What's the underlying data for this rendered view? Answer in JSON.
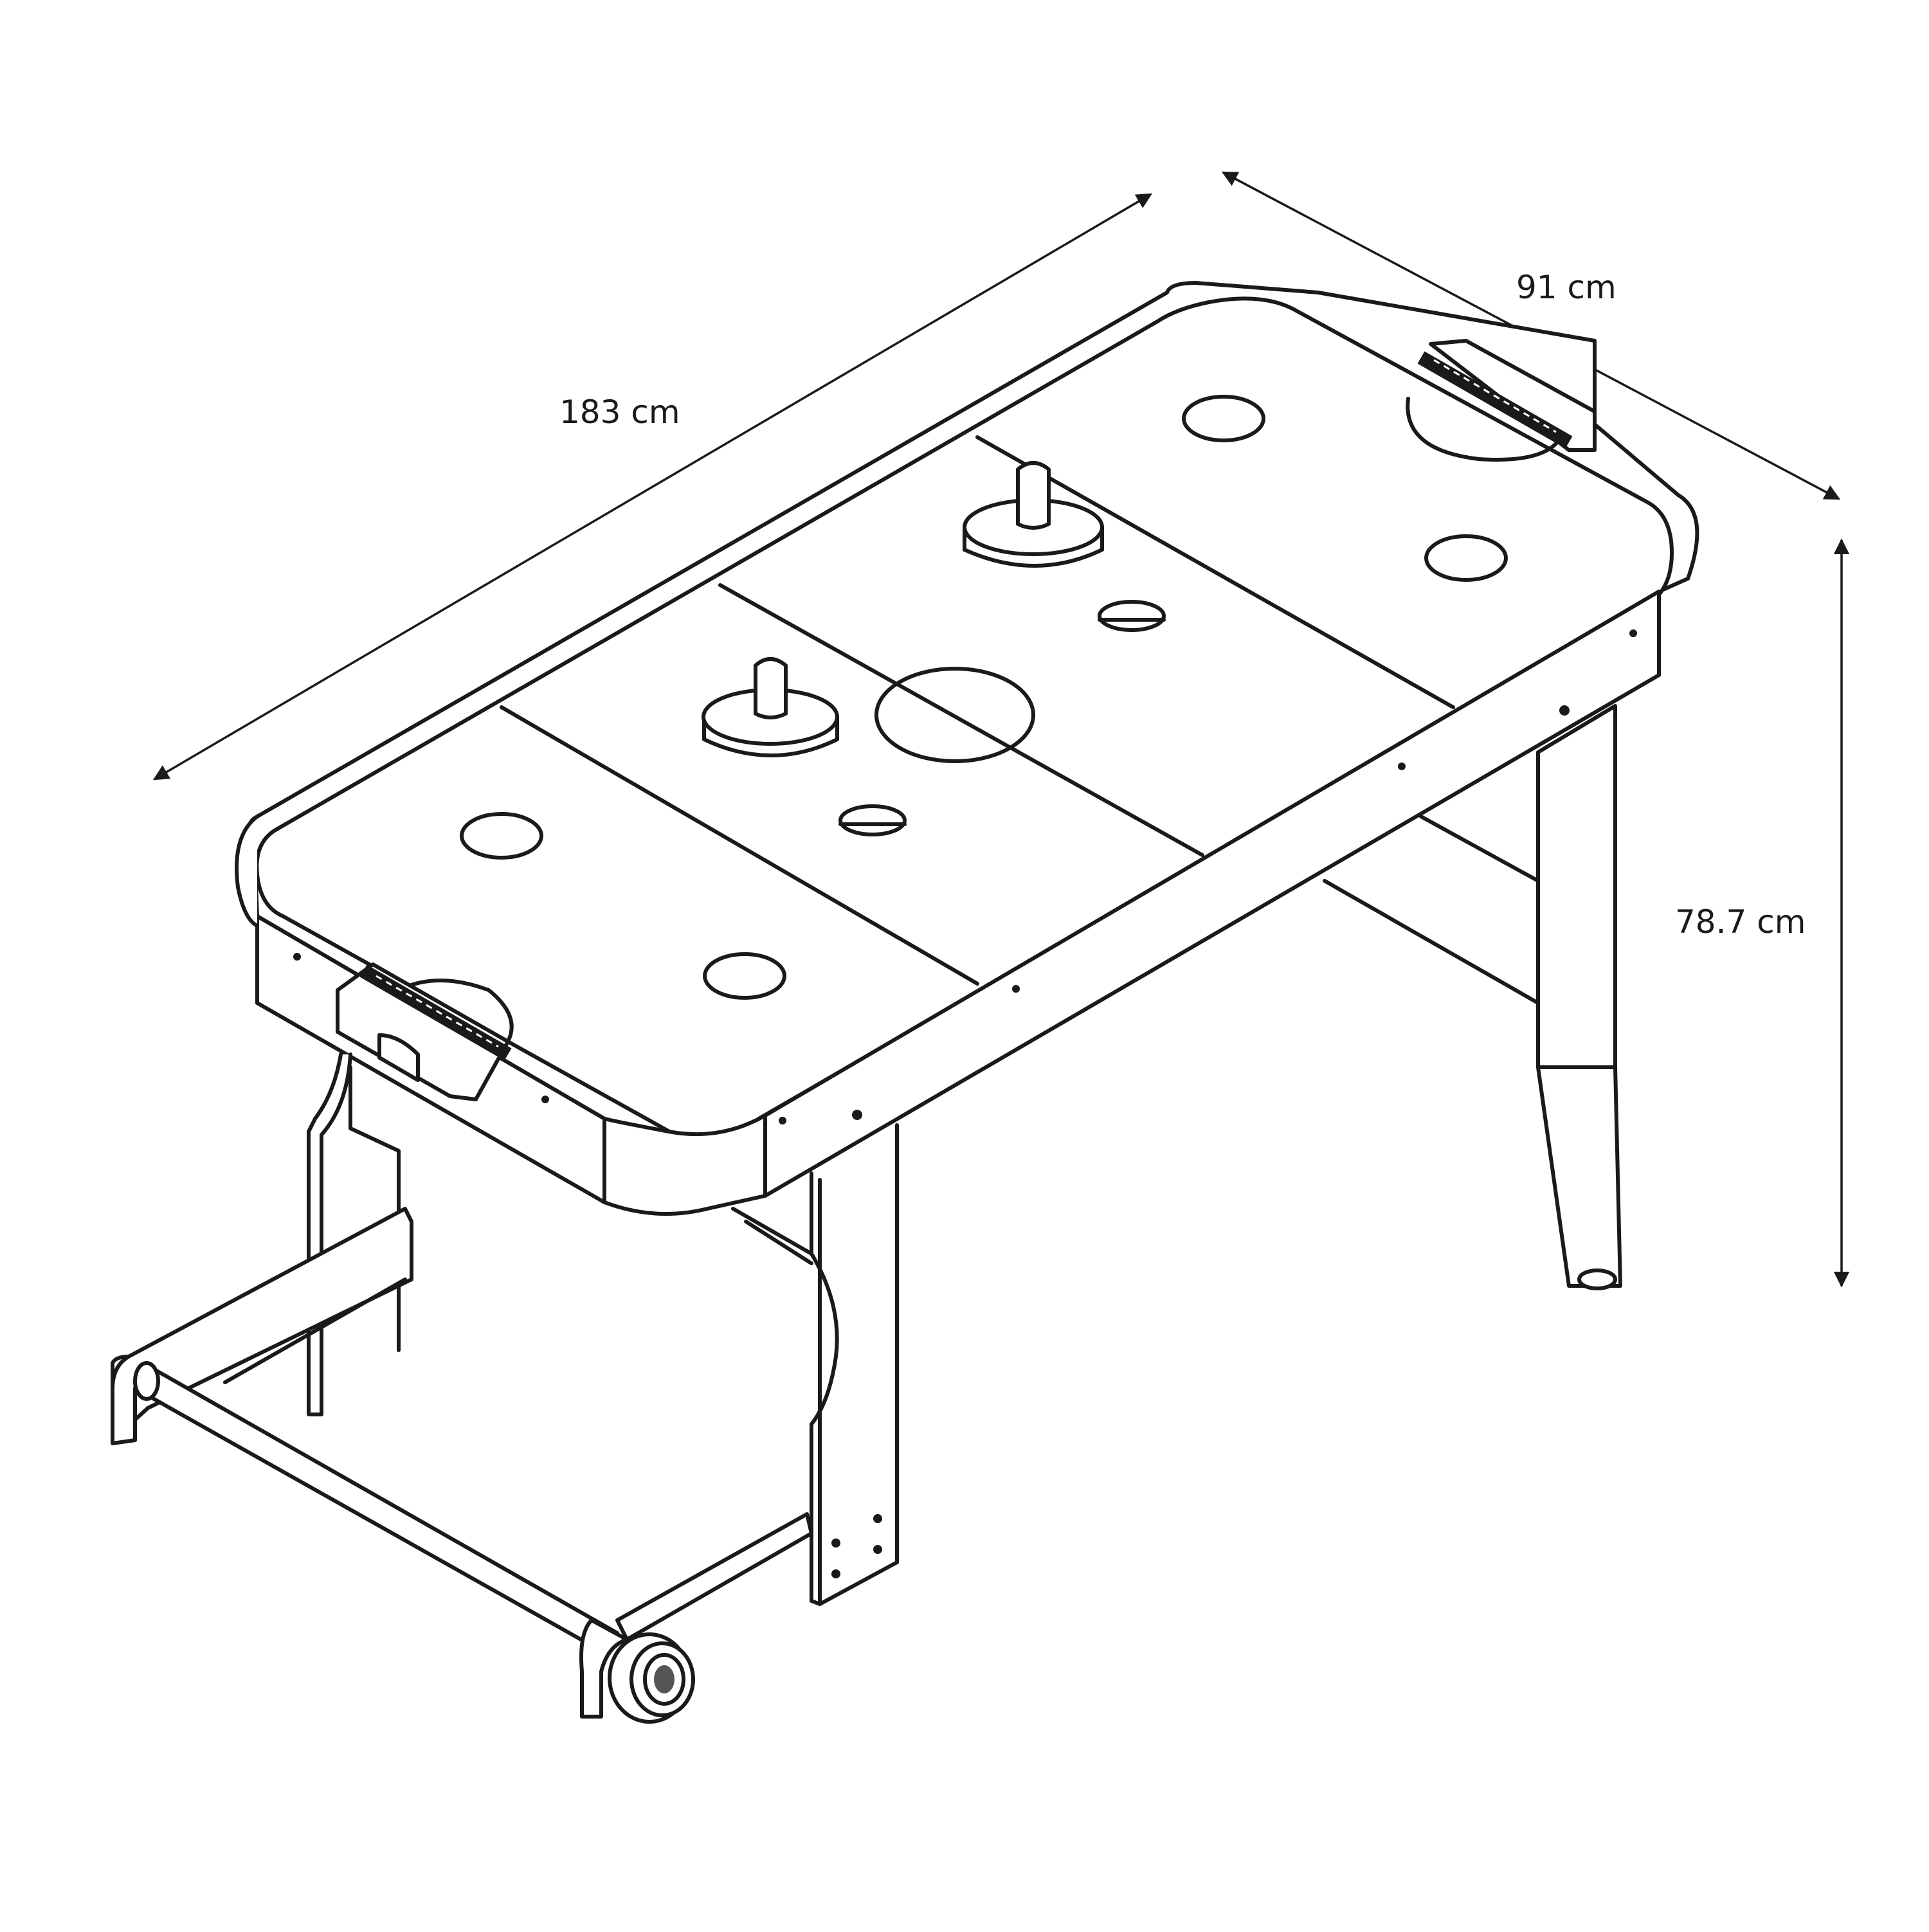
{
  "diagram": {
    "subject": "Folding air hockey table",
    "dimensions": {
      "length": {
        "label": "183 cm",
        "value": 183,
        "unit": "cm"
      },
      "width": {
        "label": "91 cm",
        "value": 91,
        "unit": "cm"
      },
      "height": {
        "label": "78.7 cm",
        "value": 78.7,
        "unit": "cm"
      }
    },
    "components": [
      "playing-surface",
      "center-circle",
      "center-line",
      "goal-creases",
      "face-off-circles",
      "mallets",
      "pucks",
      "score-counters",
      "goal-slots",
      "legs",
      "folding-base-frame",
      "transport-wheels"
    ],
    "colors": {
      "line": "#1a1a1a",
      "background": "#ffffff"
    }
  }
}
